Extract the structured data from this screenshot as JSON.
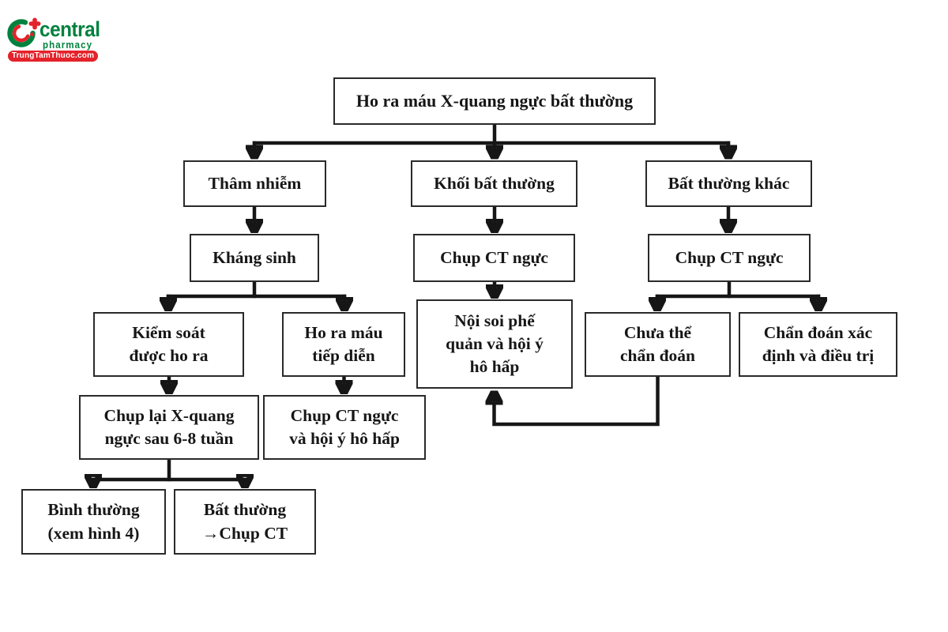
{
  "logo": {
    "brand": "central",
    "subtitle": "pharmacy",
    "badge": "TrungTamThuoc.com",
    "colors": {
      "green": "#00813E",
      "red": "#E4222A"
    }
  },
  "flowchart": {
    "nodes": {
      "root": "Ho ra máu X-quang ngực bất thường",
      "infiltrate": "Thâm nhiễm",
      "mass": "Khối bất thường",
      "other": "Bất thường khác",
      "antibiotics": "Kháng sinh",
      "ct_mass": "Chụp CT ngực",
      "ct_other": "Chụp CT ngực",
      "controlled": [
        "Kiểm soát",
        "được ho ra"
      ],
      "continuing": [
        "Ho ra máu",
        "tiếp diễn"
      ],
      "bronchoscopy": [
        "Nội soi phế",
        "quản và hội ý",
        "hô hấp"
      ],
      "cannot_diagnose": [
        "Chưa thể",
        "chẩn đoán"
      ],
      "confirmed": [
        "Chẩn đoán xác",
        "định và điều trị"
      ],
      "repeat_xray": [
        "Chụp lại X-quang",
        "ngực sau 6-8 tuần"
      ],
      "ct_consult": [
        "Chụp CT ngực",
        "và hội ý hô hấp"
      ],
      "normal": [
        "Bình thường",
        "(xem hình 4)"
      ],
      "abnormal_ct": [
        "Bất thường",
        "→Chụp CT"
      ]
    },
    "edges": [
      [
        "root",
        "infiltrate"
      ],
      [
        "root",
        "mass"
      ],
      [
        "root",
        "other"
      ],
      [
        "infiltrate",
        "antibiotics"
      ],
      [
        "antibiotics",
        "controlled"
      ],
      [
        "antibiotics",
        "continuing"
      ],
      [
        "controlled",
        "repeat_xray"
      ],
      [
        "continuing",
        "ct_consult"
      ],
      [
        "repeat_xray",
        "normal"
      ],
      [
        "repeat_xray",
        "abnormal_ct"
      ],
      [
        "mass",
        "ct_mass"
      ],
      [
        "ct_mass",
        "bronchoscopy"
      ],
      [
        "other",
        "ct_other"
      ],
      [
        "ct_other",
        "cannot_diagnose"
      ],
      [
        "ct_other",
        "confirmed"
      ],
      [
        "cannot_diagnose",
        "bronchoscopy"
      ]
    ]
  }
}
